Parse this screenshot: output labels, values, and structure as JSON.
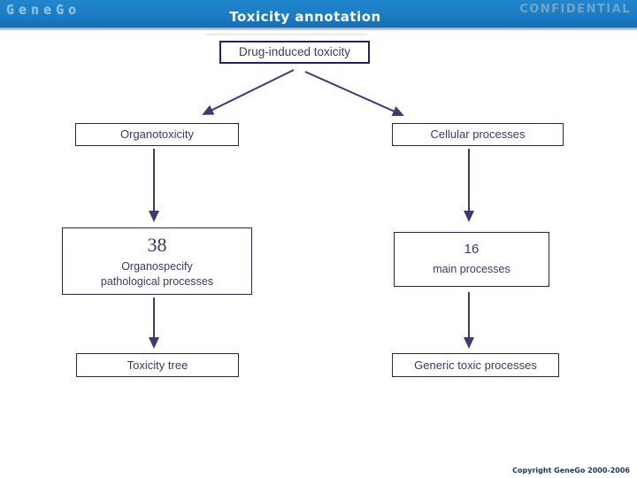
{
  "header": {
    "logo_text": "GeneGo",
    "title": "Toxicity annotation",
    "confidential_label": "CONFIDENTIAL",
    "bar_color": "#1b7ac1",
    "title_color": "#ffffff",
    "confidential_color": "#6fa3c9"
  },
  "diagram": {
    "accent_color": "#3b3b76",
    "box_border_color": "#23235c",
    "box_text_color": "#39396b",
    "root": {
      "label": "Drug-induced toxicity"
    },
    "left_branch": {
      "level1_label": "Organotoxicity",
      "count": "38",
      "count_label_line1": "Organospecify",
      "count_label_line2": "pathological processes",
      "level3_label": "Toxicity tree"
    },
    "right_branch": {
      "level1_label": "Cellular processes",
      "count": "16",
      "count_label": "main processes",
      "level3_label": "Generic toxic processes"
    }
  },
  "footer": {
    "copyright": "Copyright GeneGo 2000-2006"
  }
}
